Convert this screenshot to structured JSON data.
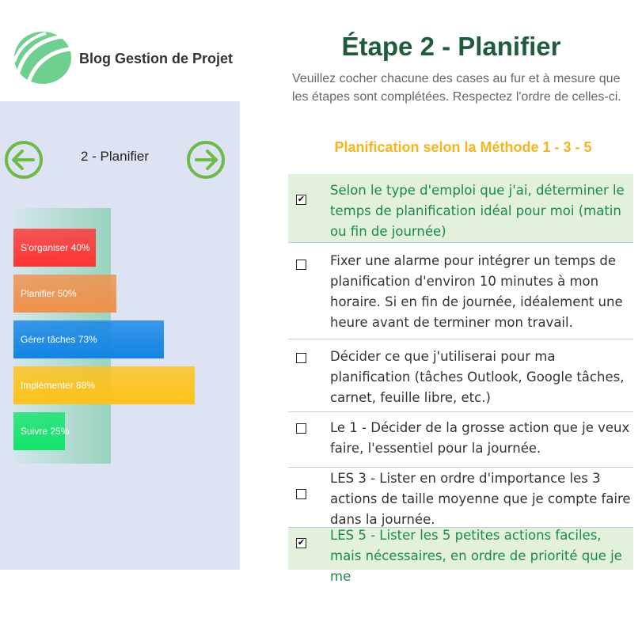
{
  "logo": {
    "text": "Blog Gestion de Projet"
  },
  "nav": {
    "title": "2 - Planifier",
    "prev_icon": "arrow-left-circle-icon",
    "next_icon": "arrow-right-circle-icon"
  },
  "progress": [
    {
      "label": "S'organiser 40%",
      "value": 40,
      "color": "#ff3333"
    },
    {
      "label": "Planifier 50%",
      "value": 50,
      "color": "#f0914a"
    },
    {
      "label": "Gérer tâches 73%",
      "value": 73,
      "color": "#1384e6"
    },
    {
      "label": "Implémenter 88%",
      "value": 88,
      "color": "#ffc21a"
    },
    {
      "label": "Suivre 25%",
      "value": 25,
      "color": "#13e36a"
    }
  ],
  "main": {
    "title": "Étape 2 - Planifier",
    "intro": "Veuillez cocher chacune des cases au fur et à mesure que les étapes sont complétées. Respectez l'ordre de celles-ci.",
    "subtitle": "Planification selon la Méthode 1 - 3 - 5",
    "tasks": [
      {
        "text": "Selon le type d'emploi que j'ai, déterminer le temps de planification idéal pour moi (matin ou fin de journée)",
        "checked": true
      },
      {
        "text": "Fixer une alarme pour intégrer un temps de planification d'environ 10 minutes à mon horaire. Si en fin de journée, idéalement une heure avant de terminer mon travail.",
        "checked": false
      },
      {
        "text": "Décider ce que j'utiliserai pour ma planification (tâches Outlook, Google tâches, carnet, feuille libre, etc.)",
        "checked": false
      },
      {
        "text": "Le 1 - Décider de la grosse action que je veux faire, l'essentiel pour la journée.",
        "checked": false
      },
      {
        "text": "LES 3 - Lister en ordre d'importance les 3 actions de taille moyenne que je compte faire dans la journée.",
        "checked": false
      },
      {
        "text": "LES 5 - Lister les 5 petites actions faciles, mais nécessaires, en ordre de priorité que je me",
        "checked": true
      }
    ]
  }
}
